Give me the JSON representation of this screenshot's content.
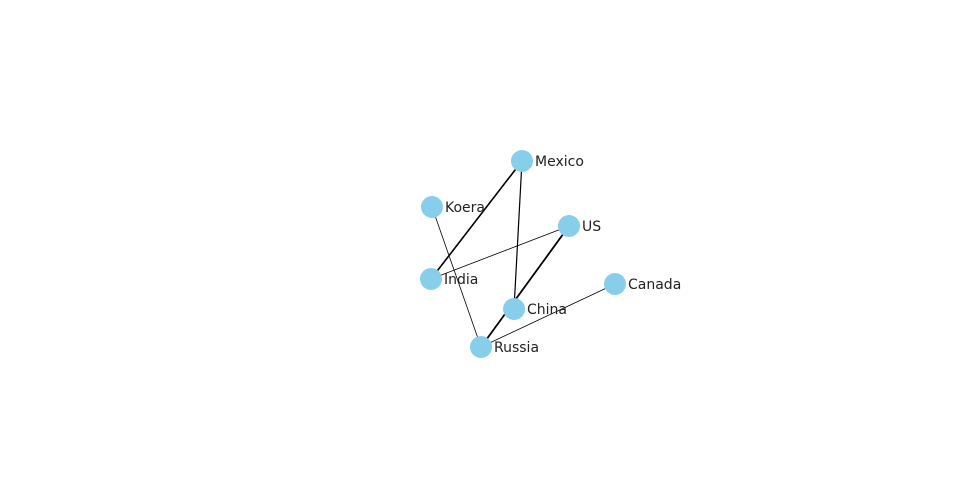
{
  "graph": {
    "node_color": "#87ceeb",
    "edge_color": "#000000",
    "nodes": [
      {
        "id": "mexico",
        "label": "Mexico"
      },
      {
        "id": "koera",
        "label": "Koera"
      },
      {
        "id": "us",
        "label": "US"
      },
      {
        "id": "india",
        "label": "India"
      },
      {
        "id": "canada",
        "label": "Canada"
      },
      {
        "id": "china",
        "label": "China"
      },
      {
        "id": "russia",
        "label": "Russia"
      }
    ],
    "edges": [
      {
        "source": "mexico",
        "target": "india",
        "weight": 1.6
      },
      {
        "source": "mexico",
        "target": "china",
        "weight": 1.2
      },
      {
        "source": "koera",
        "target": "russia",
        "weight": 0.8
      },
      {
        "source": "india",
        "target": "us",
        "weight": 0.8
      },
      {
        "source": "us",
        "target": "russia",
        "weight": 1.8
      },
      {
        "source": "russia",
        "target": "canada",
        "weight": 0.8
      }
    ]
  }
}
